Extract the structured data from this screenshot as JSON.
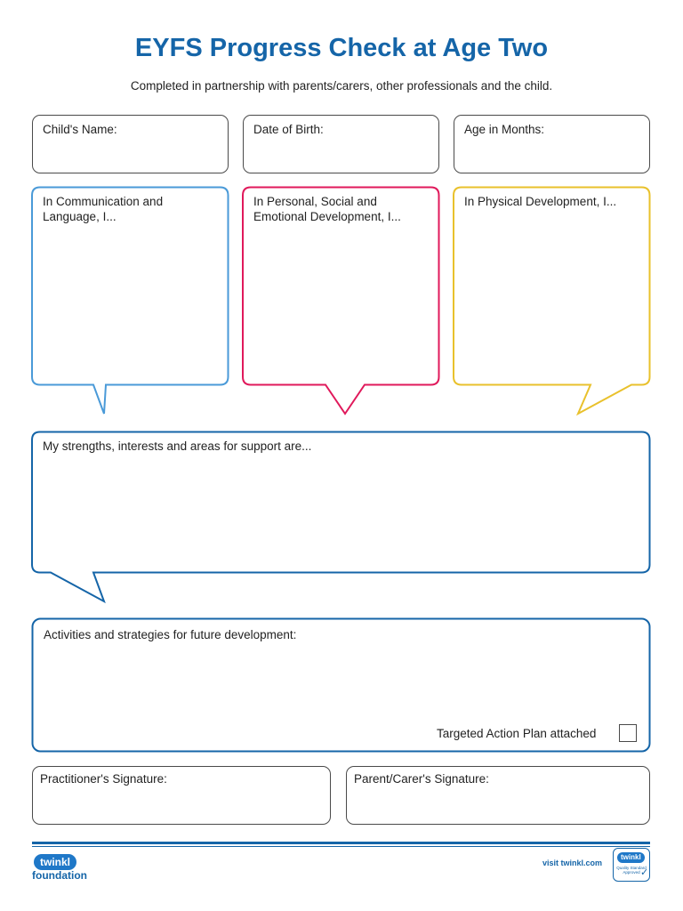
{
  "title": "EYFS Progress Check at Age Two",
  "subtitle": "Completed in partnership with parents/carers, other professionals and the child.",
  "fields": {
    "childs_name": "Child's Name:",
    "date_of_birth": "Date of Birth:",
    "age_in_months": "Age in Months:"
  },
  "bubbles": {
    "communication": "In Communication and Language, I...",
    "personal_social": "In Personal, Social and Emotional Development, I...",
    "physical": "In Physical Development, I...",
    "strengths": "My strengths, interests and areas for support are..."
  },
  "activities": {
    "label": "Activities and strategies for future development:",
    "targeted_plan_label": "Targeted Action Plan attached",
    "targeted_plan_checked": false
  },
  "signatures": {
    "practitioner": "Practitioner's Signature:",
    "parent_carer": "Parent/Carer's Signature:"
  },
  "footer": {
    "logo_line1": "twinkl",
    "logo_line2": "foundation",
    "visit": "visit twinkl.com",
    "badge_brand": "twinkl",
    "badge_text": "Quality Standard Approved"
  },
  "colors": {
    "title_blue": "#1565a8",
    "communication_blue": "#4a9ad8",
    "personal_pink": "#e0195b",
    "physical_yellow": "#e9c12c",
    "strengths_navy": "#1565a8"
  },
  "icons": {
    "checkbox": "checkbox-icon",
    "badge_tick": "check-icon"
  }
}
